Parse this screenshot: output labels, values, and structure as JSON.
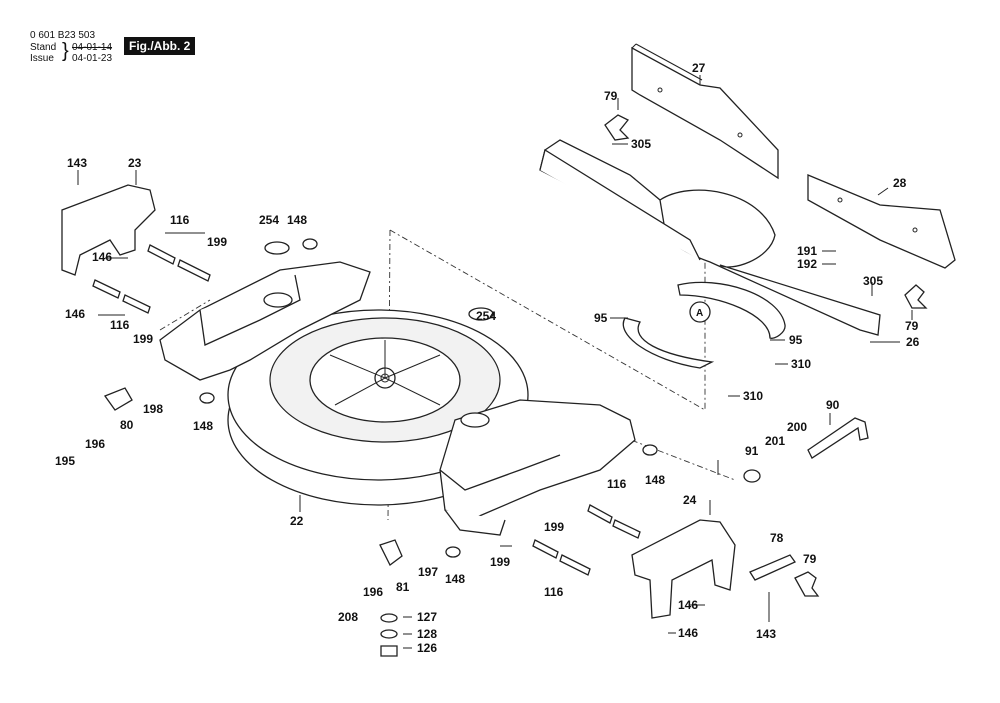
{
  "header": {
    "part_number": "0 601 B23 503",
    "stand_label": "Stand",
    "stand_date": "04-01-14",
    "issue_label": "Issue",
    "issue_date": "04-01-23",
    "figure_label": "Fig./Abb. 2"
  },
  "callouts": [
    "143",
    "23",
    "116",
    "199",
    "146",
    "146",
    "116",
    "199",
    "254",
    "148",
    "254",
    "27",
    "79",
    "305",
    "28",
    "191",
    "192",
    "305",
    "79",
    "26",
    "95",
    "95",
    "310",
    "310",
    "A",
    "198",
    "80",
    "195",
    "196",
    "148",
    "22",
    "90",
    "200",
    "201",
    "91",
    "148",
    "116",
    "199",
    "24",
    "199",
    "197",
    "81",
    "196",
    "148",
    "116",
    "78",
    "79",
    "208",
    "127",
    "128",
    "126",
    "146",
    "146",
    "143"
  ]
}
